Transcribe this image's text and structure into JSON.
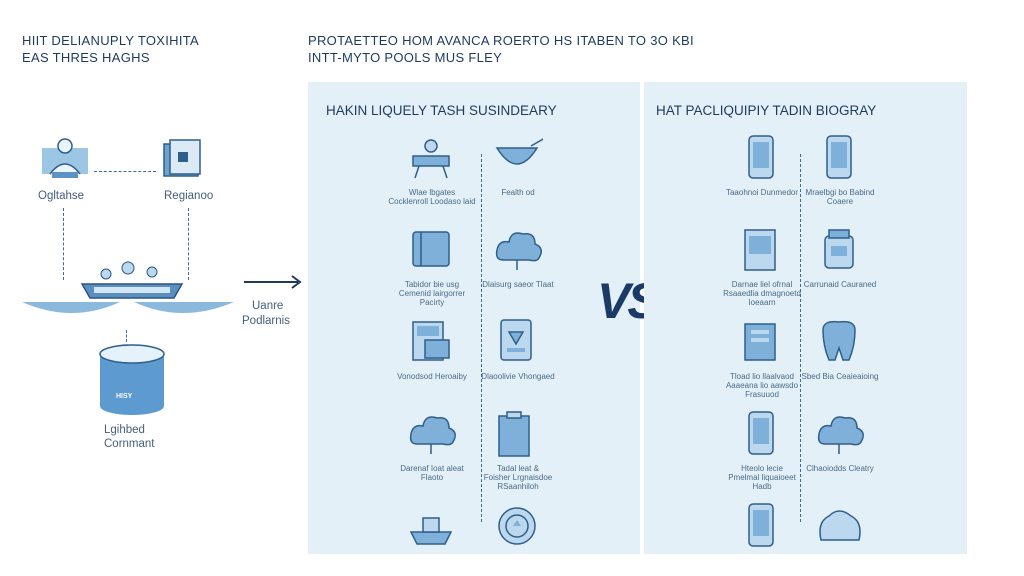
{
  "left_header": {
    "line1": "HIIT DELIANUPLY TOXIHITA",
    "line2": "EAS THRES HAGHS"
  },
  "main_header": {
    "line1": "PROTAETTEO HOM AVANCA ROERTO HS ITABEN TO 3O KBI",
    "line2": "INTT-MYTO POOLS MUS FLEY"
  },
  "left_flow": {
    "node1_label": "Ogltahse",
    "node2_label": "Regianoo",
    "barrel_text": "HISY",
    "bottom_label_1": "Lgihbed",
    "bottom_label_2": "Cornmant",
    "arrow_label_1": "Uanre",
    "arrow_label_2": "Podlarnis"
  },
  "panel_left": {
    "title": "HAKIN LIQUELY TASH SUSINDEARY",
    "items": [
      {
        "label": "Wlae lbgates\nCocklenroll Loodaso laid",
        "icon": "person-desk-icon"
      },
      {
        "label": "Fealth od",
        "icon": "bowl-icon"
      },
      {
        "label": "Tabidor bie usg\nCemenid lairgorrer\nPacirty",
        "icon": "book-icon"
      },
      {
        "label": "Dlaisurg saeor Tlaat",
        "icon": "cloud-icon"
      },
      {
        "label": "Vonodsod Heroaiby",
        "icon": "calculator-icon"
      },
      {
        "label": "Dlaoolivie Vhongaed",
        "icon": "tablet-icon"
      },
      {
        "label": "Darenaf Ioat aleat\nFlaoto",
        "icon": "cloud-icon"
      },
      {
        "label": "Tadal leat &\nFoisher Lrgnaisdoe\nRSaanhiloh",
        "icon": "clipboard-icon"
      },
      {
        "label": "",
        "icon": "ship-icon"
      },
      {
        "label": "",
        "icon": "coin-icon"
      }
    ]
  },
  "vs_text": "VS",
  "panel_right": {
    "title": "HAT PACLIQUIPIY TADIN BIOGRAY",
    "items": [
      {
        "label": "Taaohnoi Dunmedor",
        "icon": "phone-icon"
      },
      {
        "label": "Mraelbgi bo Babind\nCoaere",
        "icon": "phone-icon"
      },
      {
        "label": "Darnae liel ofrnal\nRsaaedlia dmagnoetd\nIoeaarn",
        "icon": "document-icon"
      },
      {
        "label": "Carrunaid Cauraned",
        "icon": "jar-icon"
      },
      {
        "label": "Tload lio llaalvaod\nAaaeana lio aawsdo\nFrasuuod",
        "icon": "stack-icon"
      },
      {
        "label": "Sbed Bia Ceaieaioing",
        "icon": "tooth-icon"
      },
      {
        "label": "Hteolo lecie\nPmelmal liquaioeet\nHadb",
        "icon": "phone-icon"
      },
      {
        "label": "Clhaoiodds Cleatry",
        "icon": "cloud-icon"
      },
      {
        "label": "",
        "icon": "phone-icon"
      },
      {
        "label": "",
        "icon": "rock-icon"
      }
    ]
  }
}
